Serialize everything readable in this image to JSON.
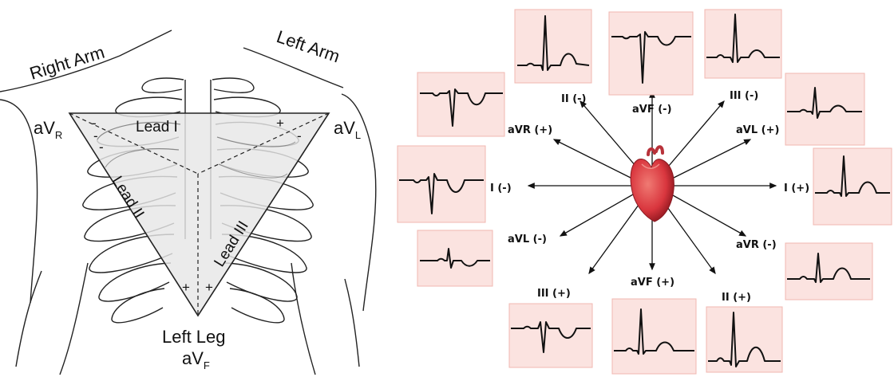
{
  "body_labels": {
    "right_arm": "Right Arm",
    "left_arm": "Left Arm",
    "avr": "aV",
    "avr_sub": "R",
    "avl": "aV",
    "avl_sub": "L",
    "left_leg": "Left Leg",
    "avf": "aV",
    "avf_sub": "F",
    "lead_i": "Lead I",
    "lead_ii": "Lead II",
    "lead_iii": "Lead III",
    "minus": "-",
    "plus": "+"
  },
  "axis_labels": {
    "ii_minus": "II (-)",
    "avf_minus": "aVF (-)",
    "iii_minus": "III (-)",
    "avr_plus": "aVR (+)",
    "avl_plus": "aVL (+)",
    "i_minus": "I (-)",
    "i_plus": "I (+)",
    "avl_minus": "aVL (-)",
    "avr_minus": "aVR (-)",
    "iii_plus": "III (+)",
    "avf_plus": "aVF (+)",
    "ii_plus": "II (+)"
  },
  "colors": {
    "paper": "#fbe3e0",
    "grid": "#f0b7b0",
    "trace": "#111111",
    "heart": "#d9363e",
    "triangle_fill": "#e6e6e6"
  }
}
